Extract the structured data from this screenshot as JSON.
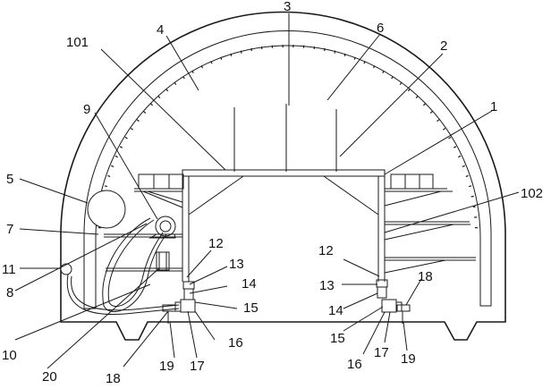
{
  "figure": {
    "labels": {
      "l1": "1",
      "l2": "2",
      "l3": "3",
      "l4": "4",
      "l5": "5",
      "l6": "6",
      "l7": "7",
      "l8": "8",
      "l9": "9",
      "l10": "10",
      "l11": "11",
      "l12a": "12",
      "l12b": "12",
      "l13a": "13",
      "l13b": "13",
      "l14a": "14",
      "l14b": "14",
      "l15a": "15",
      "l15b": "15",
      "l16a": "16",
      "l16b": "16",
      "l17a": "17",
      "l17b": "17",
      "l18a": "18",
      "l18b": "18",
      "l19a": "19",
      "l19b": "19",
      "l20": "20",
      "l101": "101",
      "l102": "102"
    }
  }
}
